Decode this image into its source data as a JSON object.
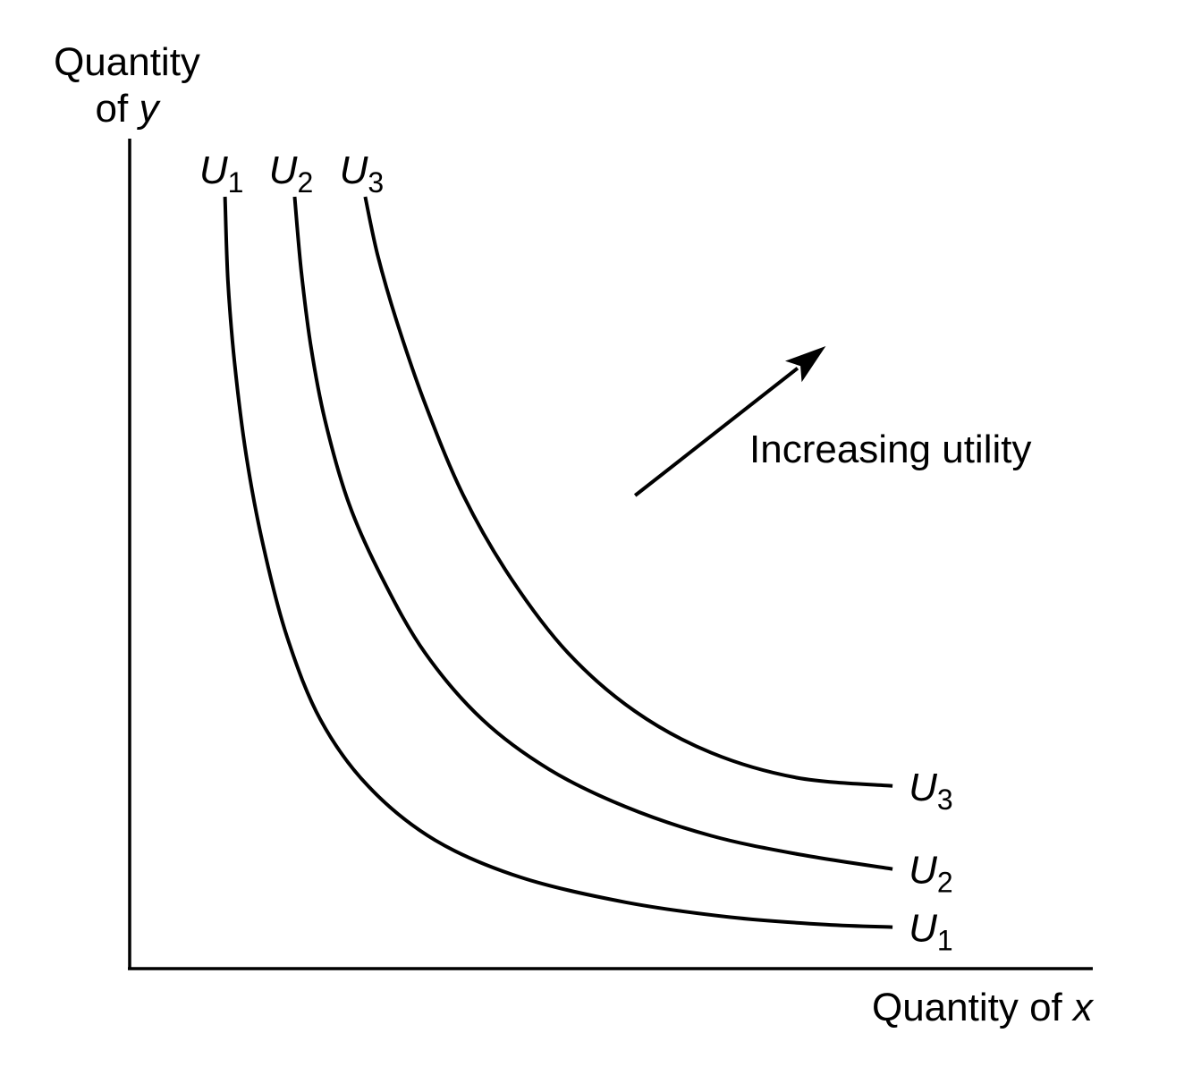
{
  "chart_data": {
    "type": "line",
    "title": "",
    "xlabel": {
      "text": "Quantity of ",
      "var": "x"
    },
    "ylabel": {
      "line1": "Quantity",
      "line2": "of ",
      "var": "y"
    },
    "grid": false,
    "legend": "none",
    "annotation": {
      "text": "Increasing utility",
      "arrow_from": [
        5.3,
        5.7
      ],
      "arrow_to": [
        7.3,
        7.5
      ]
    },
    "xlim": [
      0,
      10.1
    ],
    "ylim": [
      0,
      10
    ],
    "series": [
      {
        "name": {
          "letter": "U",
          "sub": "1"
        },
        "x": [
          1.0,
          1.03,
          1.1,
          1.22,
          1.4,
          1.65,
          2.0,
          2.5,
          3.2,
          4.1,
          5.2,
          6.3,
          7.3,
          8.0
        ],
        "y": [
          9.3,
          8.3,
          7.3,
          6.2,
          5.1,
          4.0,
          3.0,
          2.2,
          1.55,
          1.1,
          0.8,
          0.62,
          0.53,
          0.5
        ]
      },
      {
        "name": {
          "letter": "U",
          "sub": "2"
        },
        "x": [
          1.73,
          1.8,
          1.9,
          2.05,
          2.3,
          2.65,
          3.1,
          3.7,
          4.4,
          5.2,
          6.1,
          7.0,
          8.0
        ],
        "y": [
          9.3,
          8.4,
          7.5,
          6.6,
          5.6,
          4.7,
          3.8,
          3.0,
          2.4,
          1.95,
          1.6,
          1.38,
          1.2
        ]
      },
      {
        "name": {
          "letter": "U",
          "sub": "3"
        },
        "x": [
          2.47,
          2.6,
          2.8,
          3.1,
          3.5,
          4.0,
          4.6,
          5.3,
          6.1,
          7.0,
          8.0
        ],
        "y": [
          9.3,
          8.6,
          7.8,
          6.8,
          5.7,
          4.7,
          3.8,
          3.1,
          2.6,
          2.3,
          2.2
        ]
      }
    ]
  }
}
